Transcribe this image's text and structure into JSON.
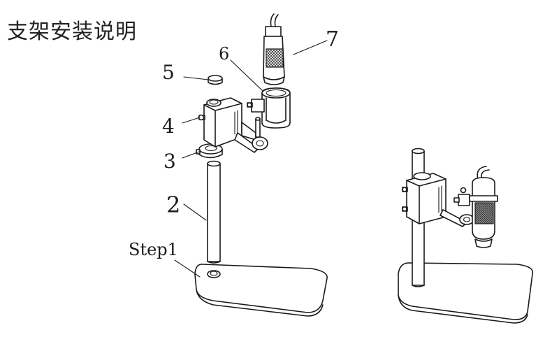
{
  "title": "支架安装说明",
  "labels": {
    "part2": "2",
    "part3": "3",
    "part4": "4",
    "part5": "5",
    "part6": "6",
    "part7": "7",
    "step": "Step1"
  }
}
